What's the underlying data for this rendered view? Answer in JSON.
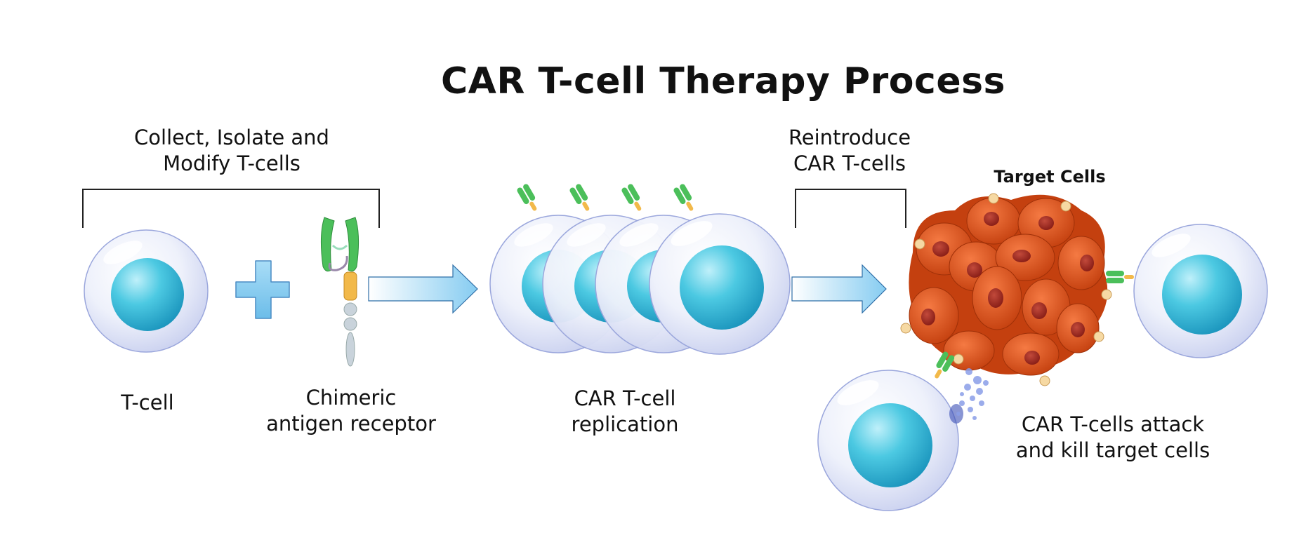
{
  "title": "CAR T-cell Therapy Process",
  "steps": {
    "collect": {
      "line1": "Collect, Isolate and",
      "line2": "Modify T-cells"
    },
    "reintroduce": {
      "line1": "Reintroduce",
      "line2": "CAR T-cells"
    },
    "target_cells": "Target Cells"
  },
  "labels": {
    "t_cell": "T-cell",
    "car": {
      "line1": "Chimeric",
      "line2": "antigen receptor"
    },
    "replication": {
      "line1": "CAR T-cell",
      "line2": "replication"
    },
    "attack": {
      "line1": "CAR T-cells attack",
      "line2": "and kill target cells"
    }
  },
  "colors": {
    "cell_membrane": "#dfe4f7",
    "nucleus": "#3cbcd8",
    "arrow": "#8fd0f2",
    "receptor_green": "#4bbf5a",
    "receptor_yellow": "#f2b94a",
    "tumor": "#e0531f"
  }
}
